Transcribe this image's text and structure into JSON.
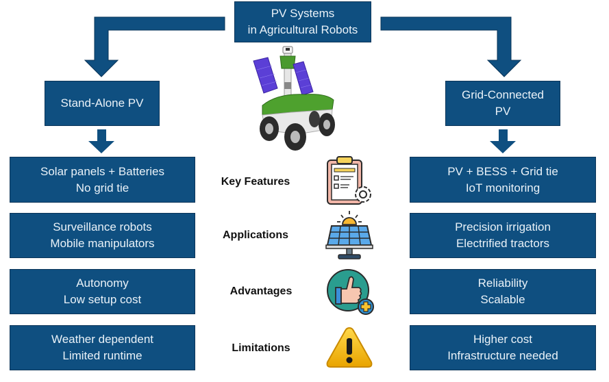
{
  "title": {
    "line1": "PV Systems",
    "line2": "in Agricultural Robots"
  },
  "branches": {
    "left": {
      "title": "Stand-Alone PV"
    },
    "right": {
      "title_line1": "Grid-Connected",
      "title_line2": "PV"
    }
  },
  "rows": [
    {
      "label": "Key Features",
      "icon": "clipboard-gear-icon",
      "left": [
        "Solar panels + Batteries",
        "No grid tie"
      ],
      "right": [
        "PV + BESS + Grid tie",
        "IoT monitoring"
      ]
    },
    {
      "label": "Applications",
      "icon": "solar-panel-sun-icon",
      "left": [
        "Surveillance robots",
        "Mobile manipulators"
      ],
      "right": [
        "Precision irrigation",
        "Electrified tractors"
      ]
    },
    {
      "label": "Advantages",
      "icon": "thumbs-up-plus-icon",
      "left": [
        "Autonomy",
        "Low setup cost"
      ],
      "right": [
        "Reliability",
        "Scalable"
      ]
    },
    {
      "label": "Limitations",
      "icon": "warning-triangle-icon",
      "left": [
        "Weather dependent",
        "Limited runtime"
      ],
      "right": [
        "Higher cost",
        "Infrastructure needed"
      ]
    }
  ],
  "illustration": {
    "icon": "solar-agricultural-robot-icon"
  },
  "colors": {
    "box_fill": "#0f4f80",
    "box_border": "#0a3458",
    "box_text": "#eaf2f8",
    "arrow": "#0f4f80"
  }
}
